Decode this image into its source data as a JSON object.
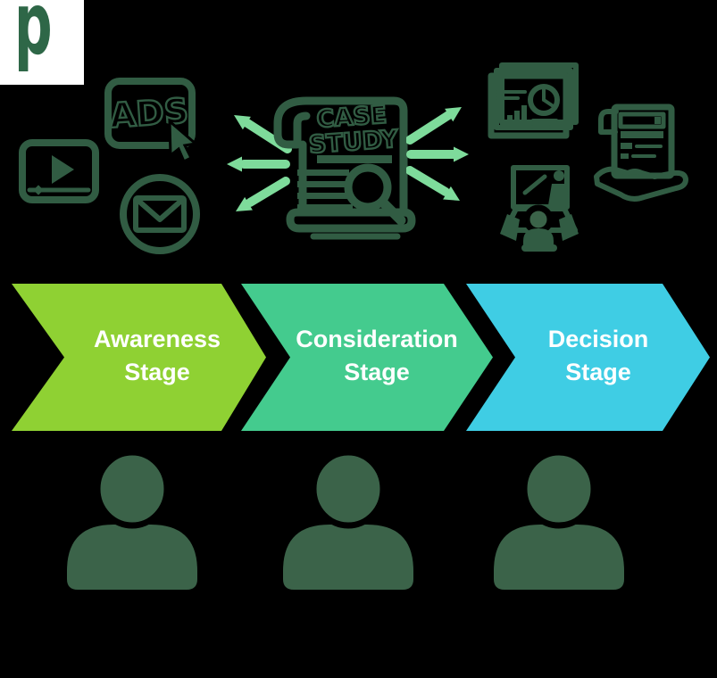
{
  "colors": {
    "bg": "#000000",
    "icon": "#315C43",
    "person": "#3B6349",
    "arrow": "#7EDB9B",
    "logo": "#2E6747",
    "logo_bg": "#FFFFFF",
    "stage_text": "#FFFFFF"
  },
  "logo": {
    "letter": "p"
  },
  "icons": {
    "ads_label": "ADS",
    "case_study_line1": "CASE",
    "case_study_line2": "STUDY",
    "top_row": [
      "video-player",
      "online-ads",
      "email",
      "case-study-document",
      "outward-arrows",
      "analytics-report",
      "offer-in-hand",
      "webinar-presentation"
    ],
    "audience": "person-silhouette"
  },
  "stages": [
    {
      "line1": "Awareness",
      "line2": "Stage",
      "color": "#8FD133"
    },
    {
      "line1": "Consideration",
      "line2": "Stage",
      "color": "#44CB8E"
    },
    {
      "line1": "Decision",
      "line2": "Stage",
      "color": "#3FCDE4"
    }
  ]
}
